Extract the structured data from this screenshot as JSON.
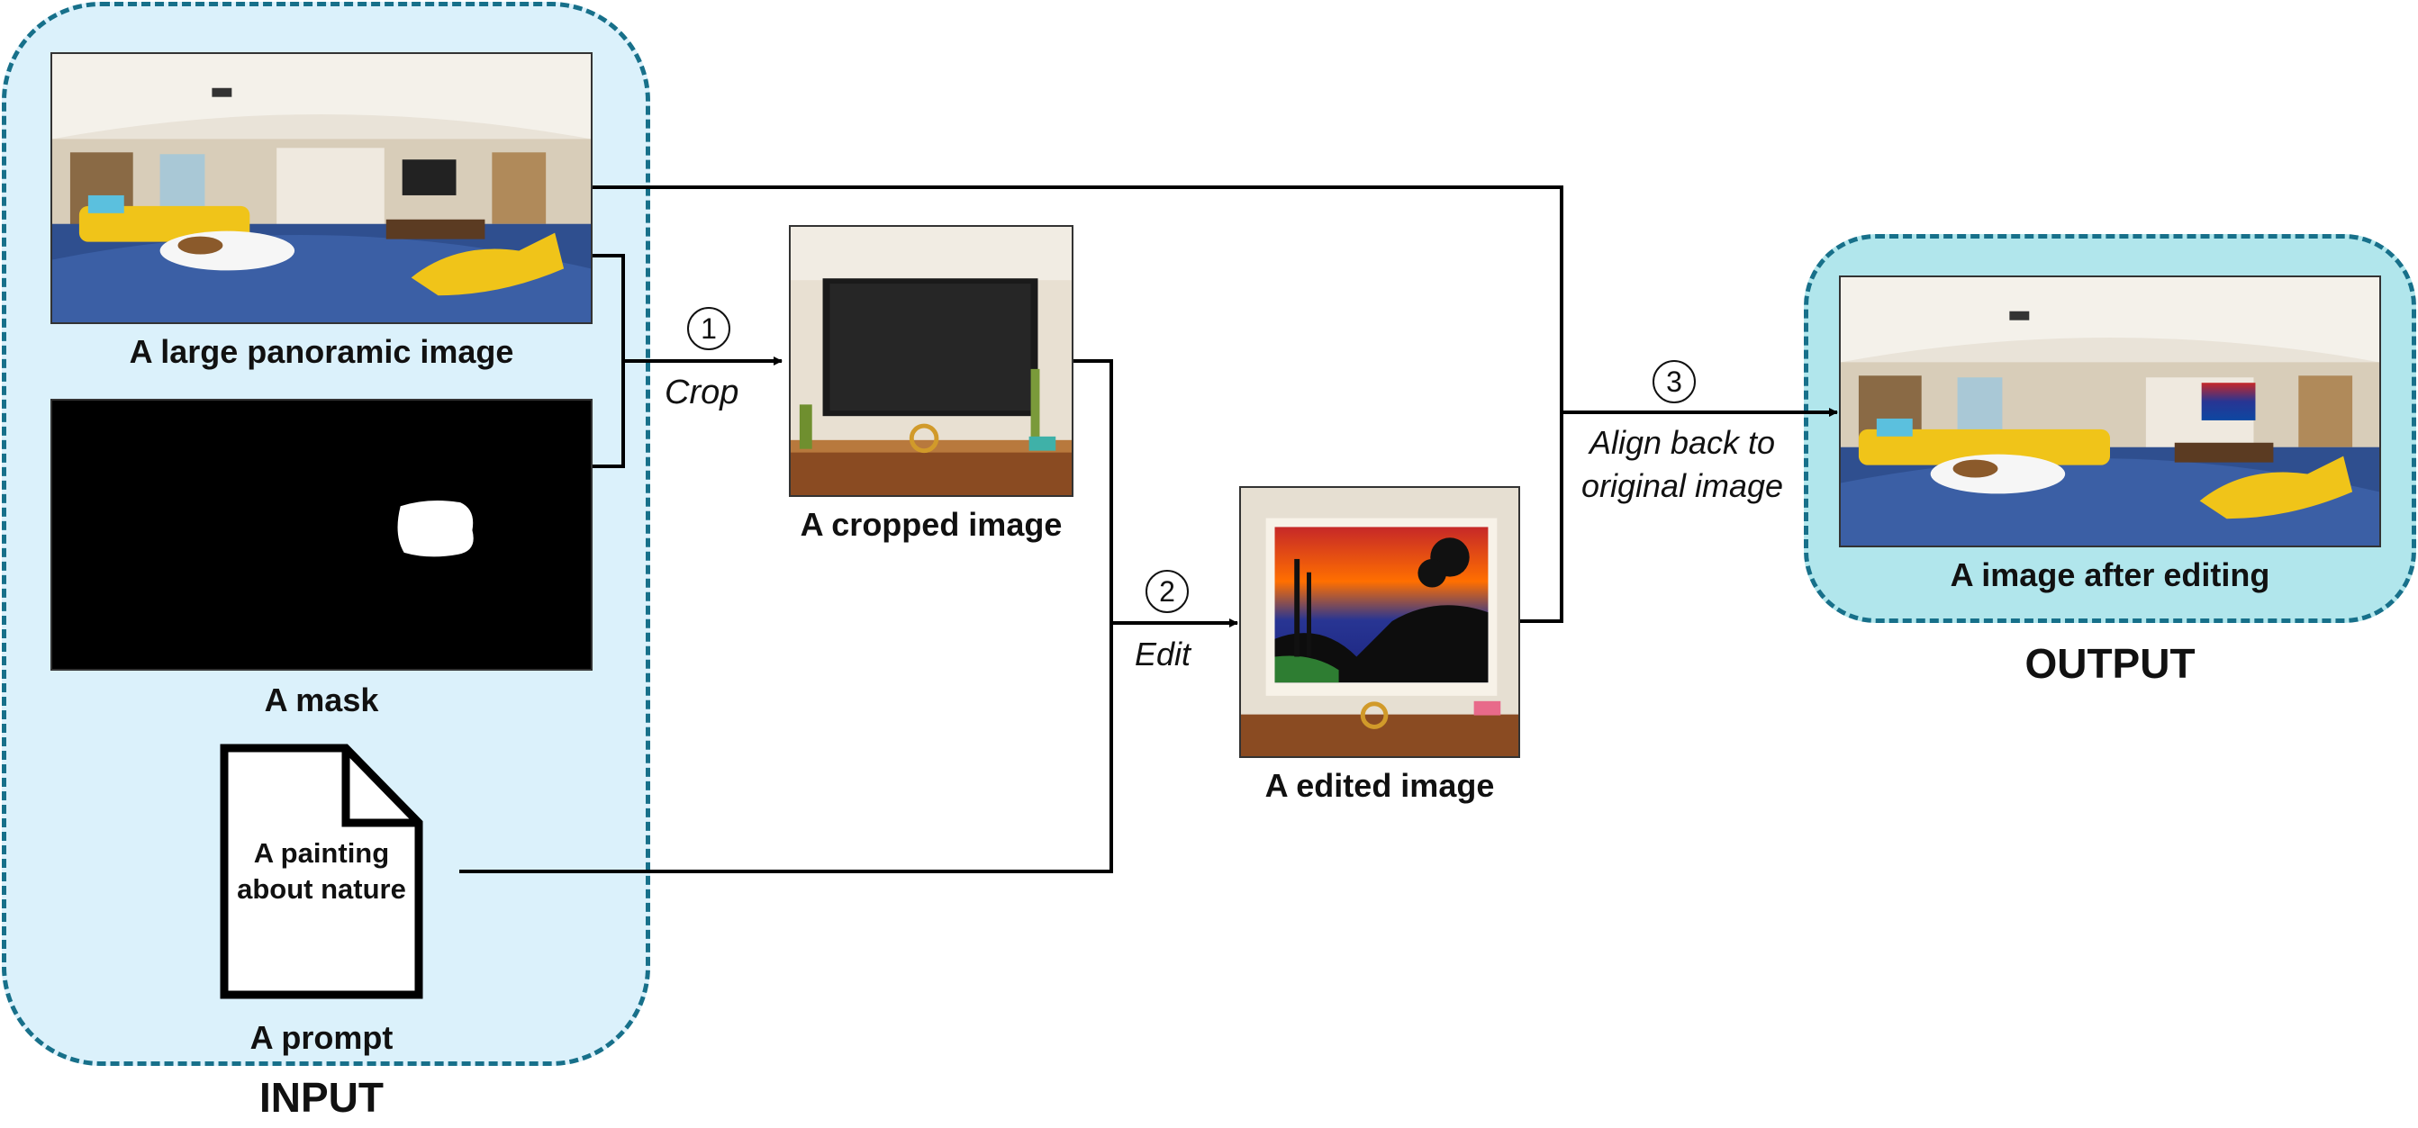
{
  "input_group": {
    "title": "INPUT"
  },
  "output_group": {
    "title": "OUTPUT"
  },
  "panorama": {
    "caption": "A large panoramic image"
  },
  "mask": {
    "caption": "A mask"
  },
  "prompt": {
    "caption": "A prompt",
    "text_line1": "A painting",
    "text_line2": "about nature"
  },
  "cropped": {
    "caption": "A cropped image"
  },
  "edited": {
    "caption": "A edited image"
  },
  "result": {
    "caption": "A image after editing"
  },
  "steps": [
    {
      "number": "1",
      "label": "Crop"
    },
    {
      "number": "2",
      "label": "Edit"
    },
    {
      "number": "3",
      "label_line1": "Align back to",
      "label_line2": "original image"
    }
  ],
  "colors": {
    "input_fill": "#dbf1fb",
    "output_fill": "#b1e6ec",
    "dashed_border": "#17708a",
    "arrow": "#000000"
  }
}
